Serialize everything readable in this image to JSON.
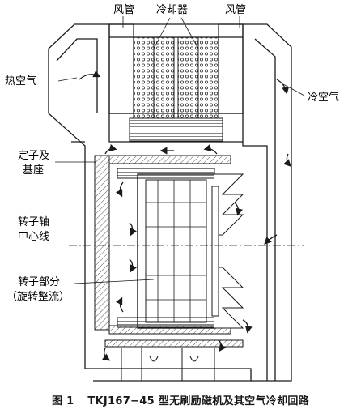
{
  "labels": {
    "duct_left": "风管",
    "cooler": "冷却器",
    "duct_right": "风管",
    "hot_air": "热空气",
    "cold_air": "冷空气",
    "stator_line1": "定子及",
    "stator_line2": "基座",
    "shaft_line1": "转子轴",
    "shaft_line2": "中心线",
    "rotor_line1": "转子部分",
    "rotor_line2": "（旋转整流）"
  },
  "caption": {
    "figure_number": "图 1",
    "title": "TKJ167−45 型无刷励磁机及其空气冷却回路"
  },
  "colors": {
    "line": "#1a1a1a",
    "hatch": "#555555",
    "background": "#ffffff"
  }
}
